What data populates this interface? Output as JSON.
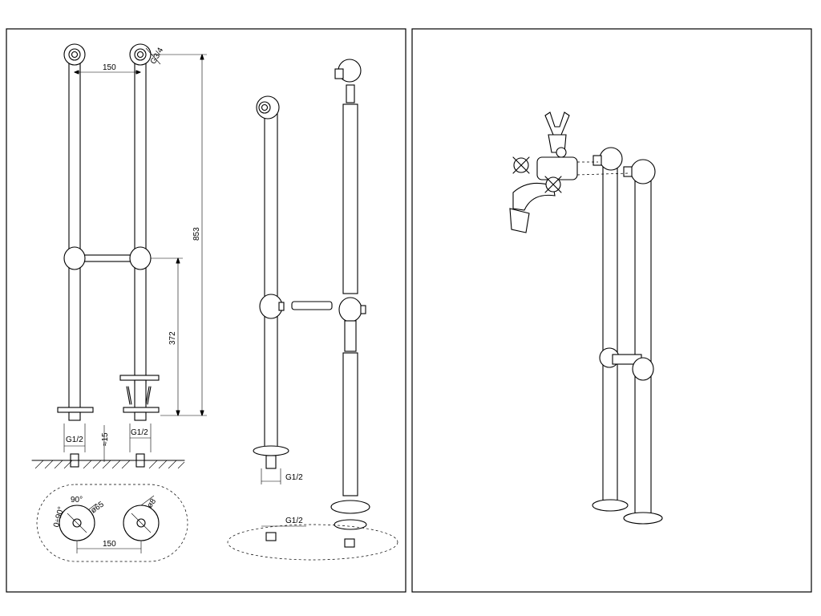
{
  "drawing": {
    "dimensions": {
      "top_spacing": "150",
      "thread_top": "G3/4",
      "total_height": "853",
      "bar_height": "372",
      "thread_left": "G1/2",
      "thread_right": "G1/2",
      "embed_depth": "≈15",
      "angle": "0÷90°",
      "rotation": "90°",
      "flange_diameter": "ø65",
      "hole_diameter": "ø8",
      "base_spacing": "150",
      "exploded_thread_1": "G1/2",
      "exploded_thread_2": "G1/2"
    }
  }
}
